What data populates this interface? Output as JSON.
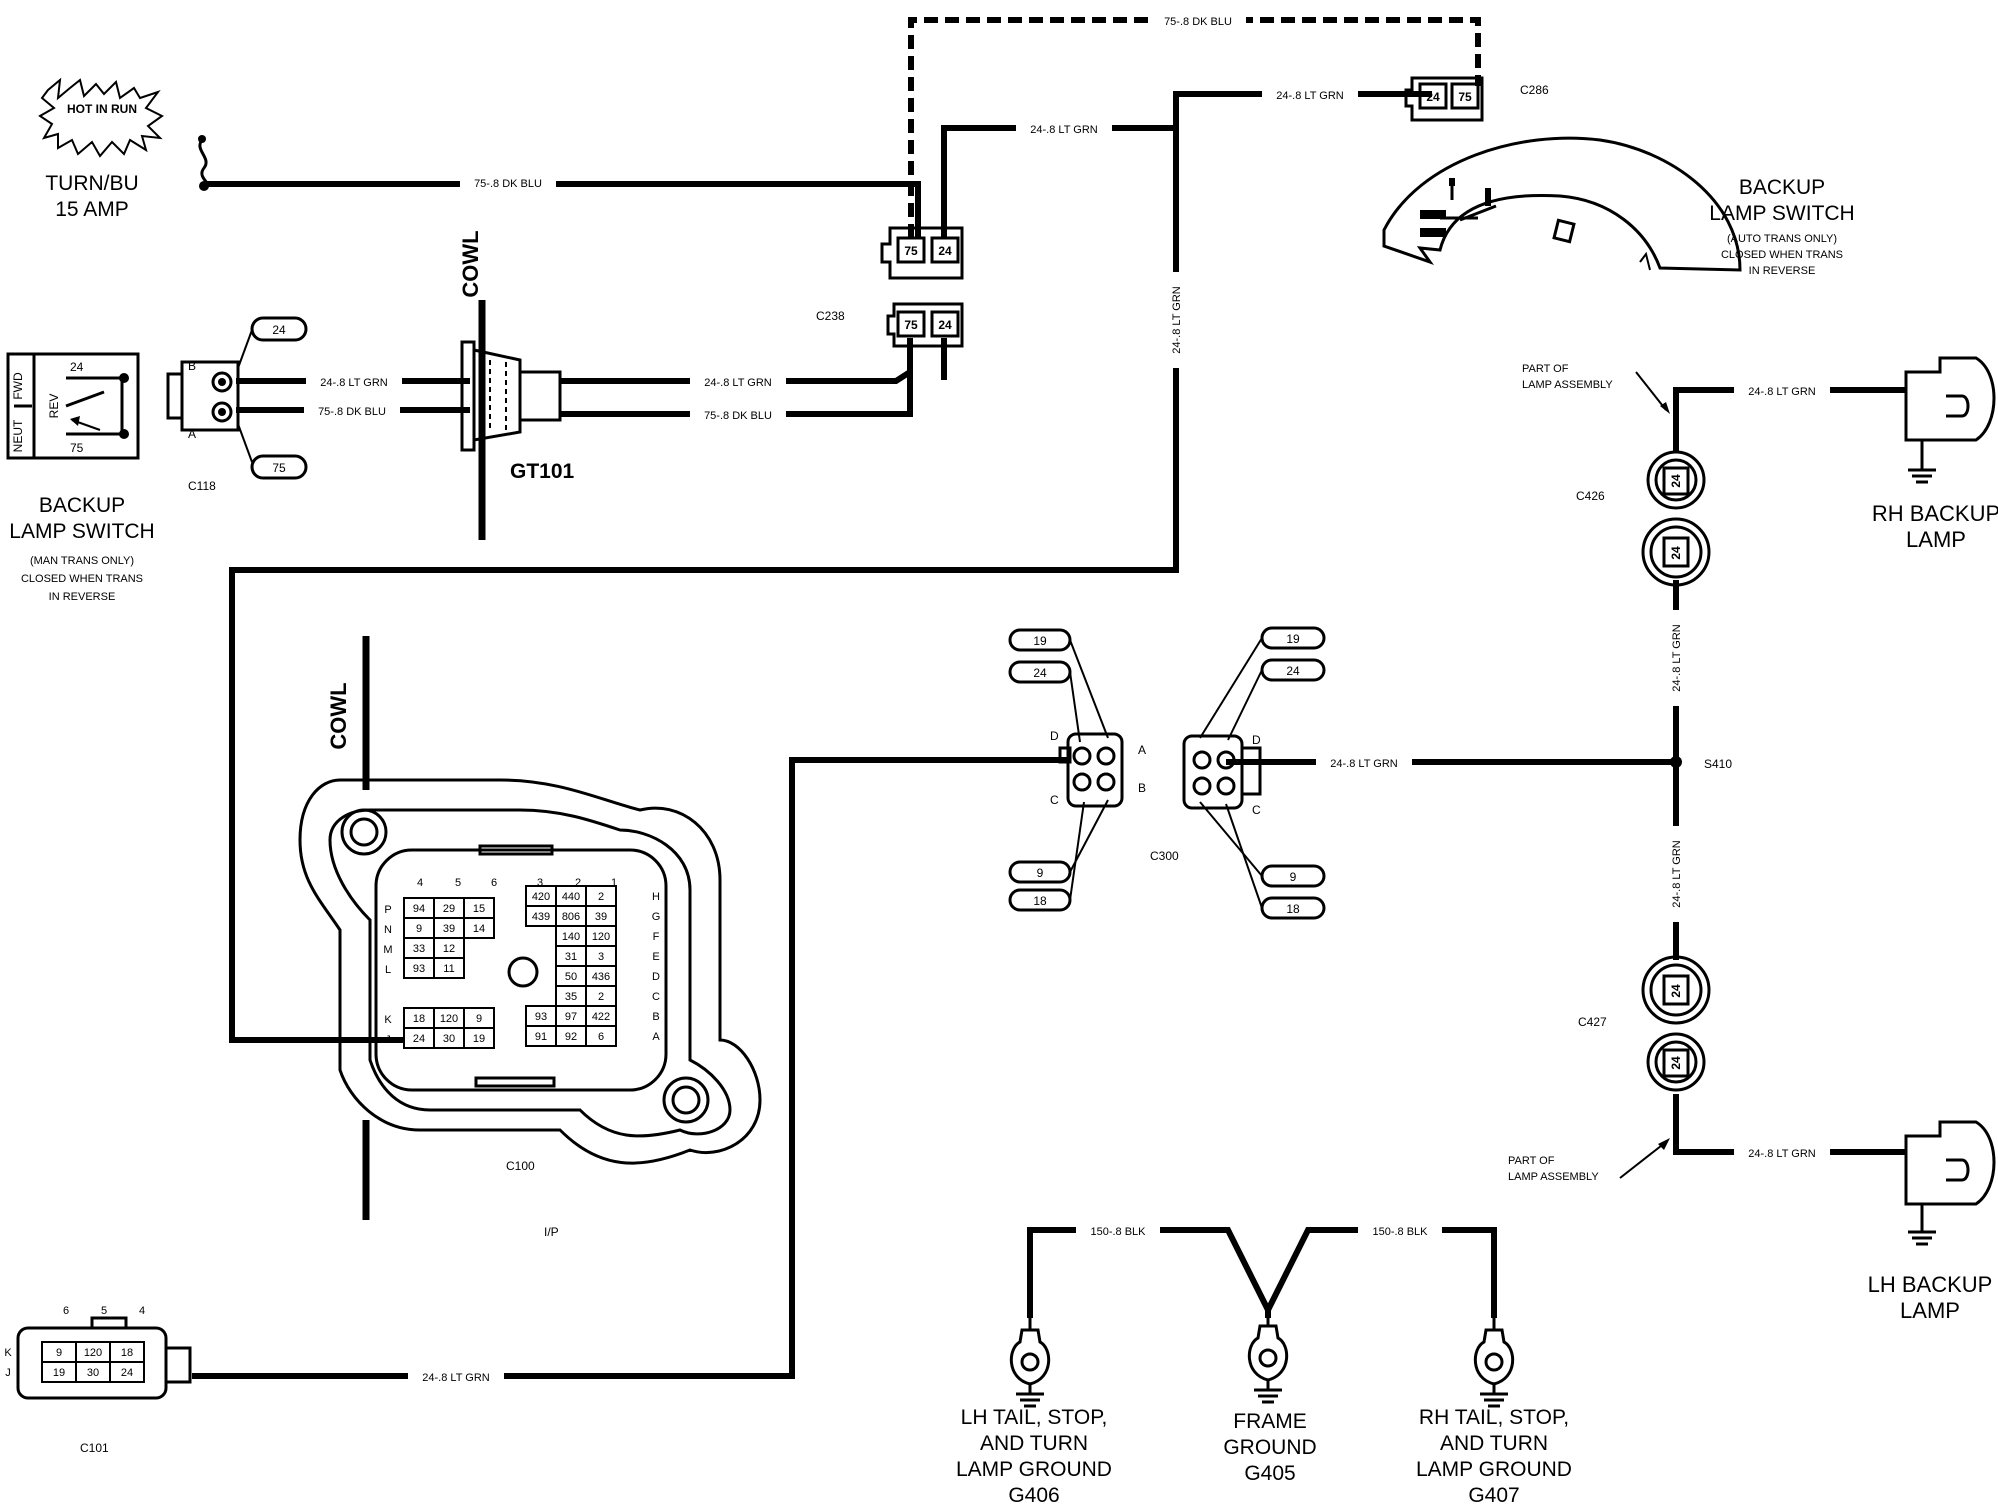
{
  "fuse": {
    "badge": "HOT IN RUN",
    "name": "TURN/BU",
    "rating": "15 AMP"
  },
  "mt_switch": {
    "title1": "BACKUP",
    "title2": "LAMP SWITCH",
    "note1": "(MAN TRANS ONLY)",
    "note2": "CLOSED WHEN TRANS",
    "note3": "IN REVERSE",
    "pos_neut": "NEUT",
    "pos_fwd": "FWD",
    "pos_rev": "REV",
    "pin24": "24",
    "pin75": "75"
  },
  "at_switch": {
    "title1": "BACKUP",
    "title2": "LAMP SWITCH",
    "note1": "(AUTO TRANS ONLY)",
    "note2": "CLOSED WHEN TRANS",
    "note3": "IN REVERSE"
  },
  "connectors": {
    "c118": "C118",
    "c118_b": "B",
    "c118_a": "A",
    "c118_tag24": "24",
    "c118_tag75": "75",
    "gt101": "GT101",
    "c238": "C238",
    "c286": "C286",
    "c300": "C300",
    "c100": "C100",
    "c101": "C101",
    "c426": "C426",
    "c427": "C427",
    "s410": "S410",
    "c300_d": "D",
    "c300_a": "A",
    "c300_c": "C",
    "c300_b": "B",
    "c300r_d": "D",
    "c300r_c": "C"
  },
  "cavity": {
    "n75": "75",
    "n24": "24",
    "n19": "19",
    "n9": "9",
    "n18": "18"
  },
  "wires": {
    "dk_blu": "75-.8 DK BLU",
    "lt_grn": "24-.8 LT GRN",
    "blk": "150-.8 BLK"
  },
  "cowl": "COWL",
  "ip": "I/P",
  "lamp_assembly": {
    "l1": "PART OF",
    "l2": "LAMP ASSEMBLY"
  },
  "rh_lamp": {
    "l1": "RH BACKUP",
    "l2": "LAMP"
  },
  "lh_lamp": {
    "l1": "LH BACKUP",
    "l2": "LAMP"
  },
  "ground_lh": {
    "l1": "LH TAIL, STOP,",
    "l2": "AND TURN",
    "l3": "LAMP GROUND",
    "l4": "G406"
  },
  "ground_frame": {
    "l1": "FRAME",
    "l2": "GROUND",
    "l3": "G405"
  },
  "ground_rh": {
    "l1": "RH TAIL, STOP,",
    "l2": "AND TURN",
    "l3": "LAMP GROUND",
    "l4": "G407"
  },
  "c100_grid": {
    "cols_top": [
      "4",
      "5",
      "6",
      "3",
      "2",
      "1"
    ],
    "rows_left": [
      "P",
      "N",
      "M",
      "L",
      "K",
      "J"
    ],
    "rows_right": [
      "H",
      "G",
      "F",
      "E",
      "D",
      "C",
      "B",
      "A"
    ],
    "left_cells": [
      [
        "94",
        "29",
        "15"
      ],
      [
        "9",
        "39",
        "14"
      ],
      [
        "33",
        "12",
        ""
      ],
      [
        "93",
        "11",
        ""
      ]
    ],
    "left_low": [
      [
        "18",
        "120",
        "9"
      ],
      [
        "24",
        "30",
        "19"
      ]
    ],
    "right_cells": [
      [
        "420",
        "440",
        "2"
      ],
      [
        "439",
        "806",
        "39"
      ],
      [
        "",
        "140",
        "120"
      ],
      [
        "",
        "31",
        "3"
      ],
      [
        "",
        "50",
        "436"
      ],
      [
        "",
        "35",
        "2"
      ],
      [
        "93",
        "97",
        "422"
      ],
      [
        "91",
        "92",
        "6"
      ]
    ]
  },
  "c101_grid": {
    "cols": [
      "6",
      "5",
      "4"
    ],
    "rows": [
      "K",
      "J"
    ],
    "cells": [
      [
        "9",
        "120",
        "18"
      ],
      [
        "19",
        "30",
        "24"
      ]
    ]
  }
}
